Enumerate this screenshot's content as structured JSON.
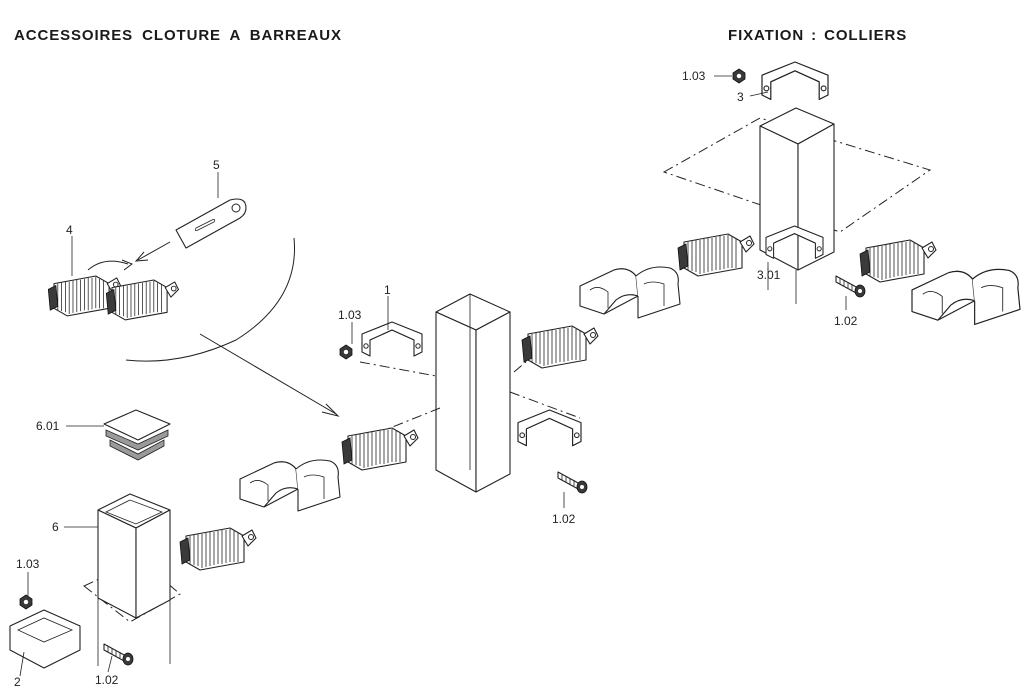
{
  "titles": {
    "left": "ACCESSOIRES CLOTURE A BARREAUX",
    "right": "FIXATION : COLLIERS"
  },
  "labels": {
    "l_1_03_top": "1.03",
    "l_3": "3",
    "l_5": "5",
    "l_4": "4",
    "l_1": "1",
    "l_1_03_mid": "1.03",
    "l_3_01": "3.01",
    "l_1_02_right": "1.02",
    "l_6_01": "6.01",
    "l_1_02_mid": "1.02",
    "l_6": "6",
    "l_1_03_bottom": "1.03",
    "l_2": "2",
    "l_1_02_bottom": "1.02"
  }
}
